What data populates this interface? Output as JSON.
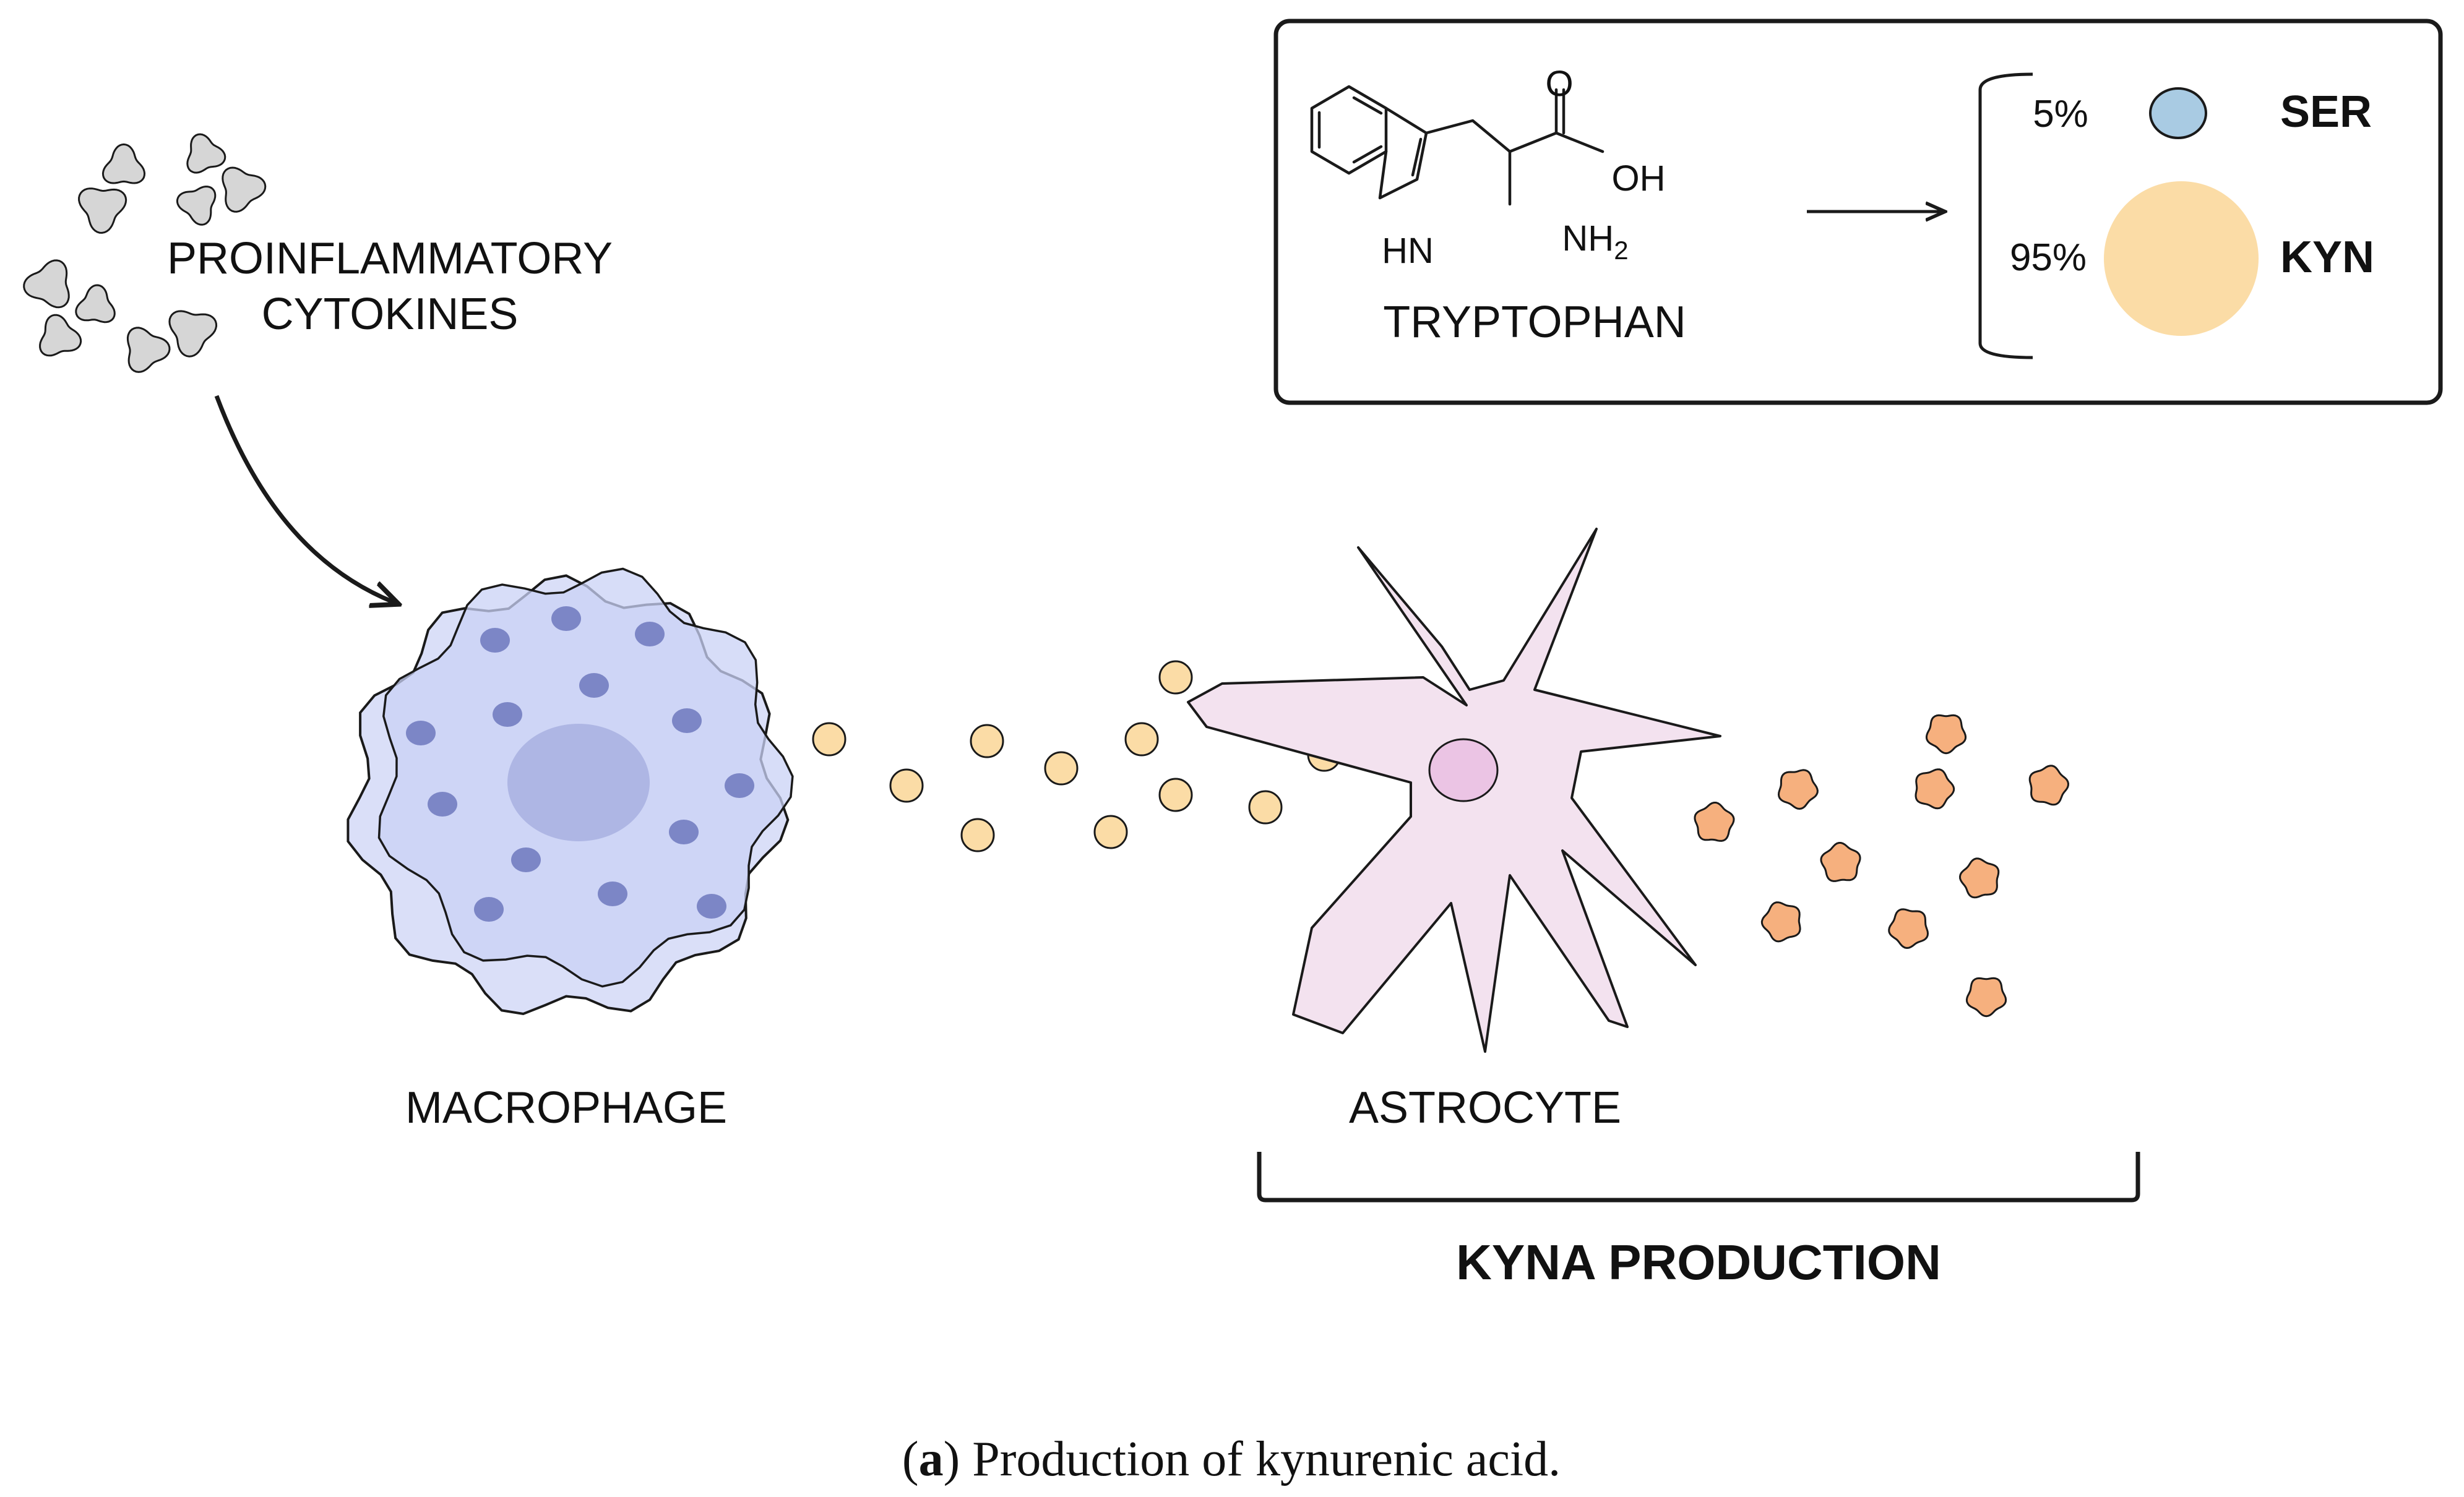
{
  "labels": {
    "cytokines_line1": "PROINFLAMMATORY",
    "cytokines_line2": "CYTOKINES",
    "macrophage": "MACROPHAGE",
    "astrocyte": "ASTROCYTE",
    "kyna_production": "KYNA PRODUCTION"
  },
  "inset": {
    "molecule_name": "TRYPTOPHAN",
    "atoms": {
      "carbonyl_o": "O",
      "hydroxyl": "OH",
      "amine_n": "NH",
      "amine_sub": "2",
      "ring_nh": "HN"
    },
    "outputs": [
      {
        "percent": "5%",
        "name": "SER",
        "color": "#a9cbe3"
      },
      {
        "percent": "95%",
        "name": "KYN",
        "color": "#fbdca6"
      }
    ]
  },
  "caption": {
    "letter": "a",
    "text": "Production of kynurenic acid."
  },
  "colors": {
    "cytokine": "#d6d6d6",
    "macrophage_fill": "#c9d1f5",
    "macrophage_nucleus": "#aeb6e4",
    "macrophage_granule": "#7c86c6",
    "tryptophan_dot": "#fbdca6",
    "astrocyte_fill": "#f3e2ef",
    "astrocyte_nucleus": "#ebc4e4",
    "kyna_particle": "#f6b07e",
    "outline": "#1a1a1a"
  }
}
